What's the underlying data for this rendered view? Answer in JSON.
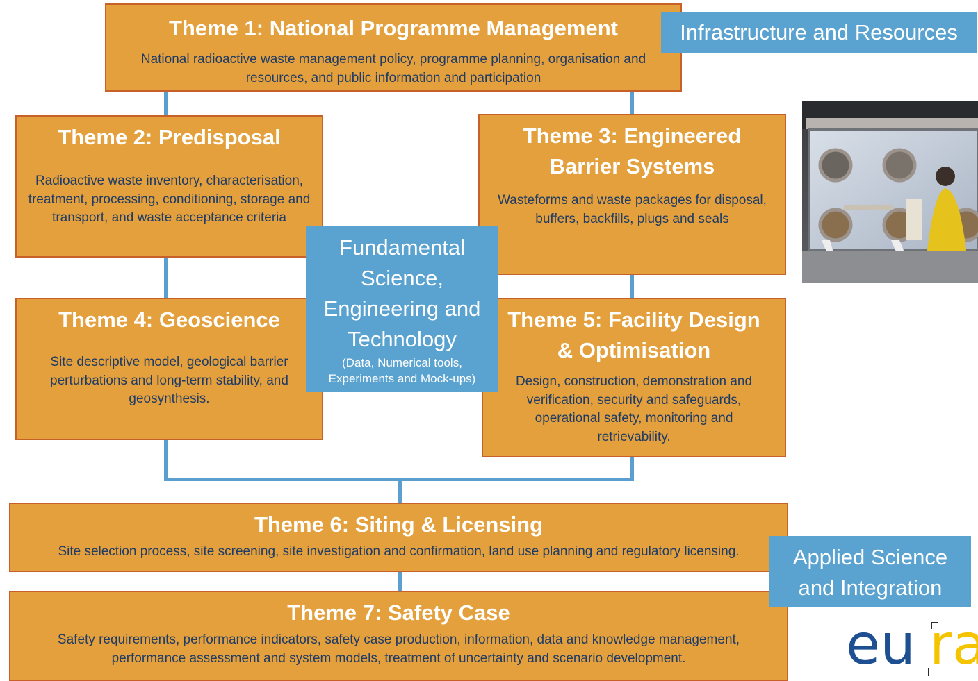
{
  "themes": {
    "t1": {
      "title": "Theme 1: National Programme Management",
      "desc": "National radioactive waste management policy, programme planning, organisation and resources, and public information and participation"
    },
    "t2": {
      "title": "Theme 2: Predisposal",
      "desc": "Radioactive waste inventory, characterisation, treatment, processing, conditioning, storage and transport, and waste acceptance criteria"
    },
    "t3": {
      "title_line1": "Theme 3: Engineered",
      "title_line2": "Barrier Systems",
      "desc": "Wasteforms and waste packages for disposal, buffers, backfills, plugs and seals"
    },
    "t4": {
      "title": "Theme 4: Geoscience",
      "desc": "Site descriptive model, geological barrier perturbations and long-term stability, and geosynthesis."
    },
    "t5": {
      "title_line1": "Theme 5: Facility Design",
      "title_line2": "& Optimisation",
      "desc": "Design, construction, demonstration and verification, security and safeguards, operational safety, monitoring and retrievability."
    },
    "t6": {
      "title": "Theme 6: Siting & Licensing",
      "desc": "Site selection process, site screening, site investigation and confirmation, land use planning and regulatory licensing."
    },
    "t7": {
      "title": "Theme 7: Safety Case",
      "desc": "Safety requirements, performance indicators, safety case production, information, data and knowledge management, performance assessment and system models, treatment of uncertainty and scenario development."
    }
  },
  "center": {
    "title": "Fundamental Science, Engineering and Technology",
    "sub": "(Data, Numerical tools, Experiments and Mock-ups)"
  },
  "labels": {
    "infrastructure": "Infrastructure and Resources",
    "applied": "Applied Science and Integration"
  },
  "logo": {
    "text_blue": "eu",
    "text_yellow": "ra"
  },
  "colors": {
    "theme_fill": "#e3a03c",
    "theme_border": "#c8602a",
    "accent_blue": "#5aa2cf",
    "connector": "#5a9fd0",
    "logo_blue": "#1d4f91",
    "logo_yellow": "#f5c400"
  }
}
